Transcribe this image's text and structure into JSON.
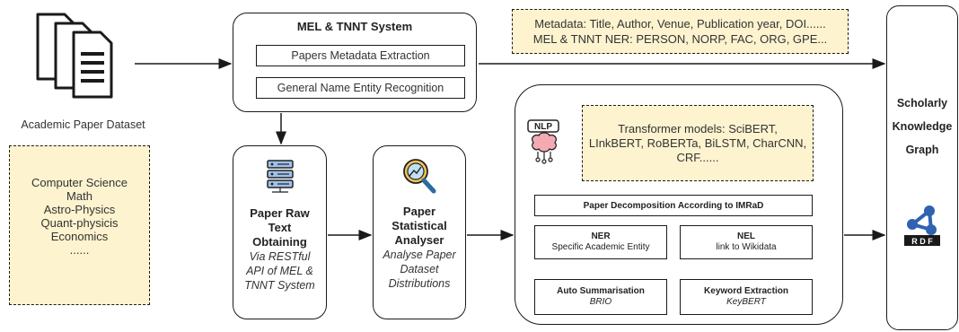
{
  "dataset": {
    "label": "Academic Paper Dataset",
    "subjects": [
      "Computer Science",
      "Math",
      "Astro-Physics",
      "Quant-physicis",
      "Economics",
      "......"
    ]
  },
  "mel_system": {
    "title": "MEL & TNNT System",
    "step1": "Papers Metadata Extraction",
    "step2": "General Name Entity Recognition"
  },
  "metadata_note": {
    "line1": "Metadata: Title, Author, Venue, Publication year, DOI......",
    "line2": "MEL & TNNT NER: PERSON, NORP, FAC, ORG, GPE..."
  },
  "raw_text": {
    "title_lines": [
      "Paper Raw",
      "Text",
      "Obtaining"
    ],
    "desc_lines": [
      "Via RESTful",
      "API of MEL &",
      "TNNT System"
    ]
  },
  "analyser": {
    "title_lines": [
      "Paper",
      "Statistical",
      "Analyser"
    ],
    "desc_lines": [
      "Analyse Paper",
      "Dataset",
      "Distributions"
    ]
  },
  "nlp_panel": {
    "icon_label": "NLP",
    "models_lines": [
      "Transformer models:  SciBERT,",
      "LInkBERT, RoBERTa, BiLSTM, CharCNN,",
      "CRF......"
    ],
    "decomposition": "Paper Decomposition According to IMRaD",
    "ner": {
      "title": "NER",
      "sub": "Specific Academic Entity"
    },
    "nel": {
      "title": "NEL",
      "sub": "link to Wikidata"
    },
    "summarisation": {
      "title": "Auto Summarisation",
      "sub": "BRIO"
    },
    "keywords": {
      "title": "Keyword Extraction",
      "sub": "KeyBERT"
    }
  },
  "kg": {
    "title_lines": [
      "Scholarly",
      "Knowledge",
      "Graph"
    ],
    "rdf_label": "R D F"
  },
  "colors": {
    "note_fill": "#fdf3cf",
    "stroke": "#1a1a1a",
    "rdf_blue": "#2f62b0"
  }
}
